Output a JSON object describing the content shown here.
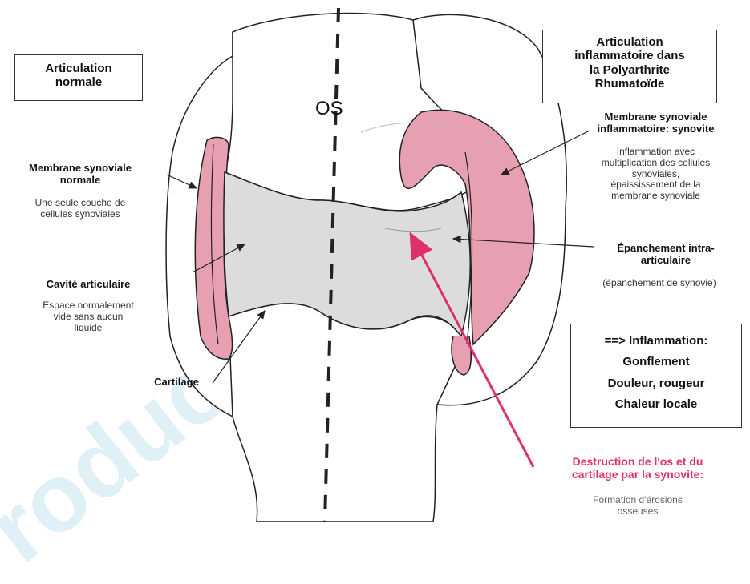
{
  "watermark": "roduced wi",
  "os_label": "OS",
  "normal_box": {
    "line1": "Articulation",
    "line2": "normale"
  },
  "left_labels": {
    "synovial_title_1": "Membrane synoviale",
    "synovial_title_2": "normale",
    "synovial_desc_1": "Une seule couche de",
    "synovial_desc_2": "cellules synoviales",
    "cavity_title": "Cavité articulaire",
    "cavity_desc_1": "Espace normalement",
    "cavity_desc_2": "vide sans aucun",
    "cavity_desc_3": "liquide",
    "cartilage": "Cartilage"
  },
  "ra_box": {
    "line1": "Articulation",
    "line2": "inflammatoire dans",
    "line3": "la Polyarthrite",
    "line4": "Rhumatoïde"
  },
  "right_labels": {
    "synovitis_title_1": "Membrane synoviale",
    "synovitis_title_2": "inflammatoire: synovite",
    "synovitis_desc_1": "Inflammation avec",
    "synovitis_desc_2": "multiplication des cellules",
    "synovitis_desc_3": "synoviales,",
    "synovitis_desc_4": "épaississement de la",
    "synovitis_desc_5": "membrane synoviale",
    "effusion_title_1": "Épanchement intra-",
    "effusion_title_2": "articulaire",
    "effusion_desc": "(épanchement de synovie)"
  },
  "inflammation_box": {
    "line1": "==> Inflammation:",
    "line2": "Gonflement",
    "line3": "Douleur, rougeur",
    "line4": "Chaleur locale"
  },
  "destruction": {
    "line1": "Destruction de l'os et du",
    "line2": "cartilage par la synovite:",
    "sub1": "Formation d'érosions",
    "sub2": "osseuses"
  },
  "colors": {
    "synovial_pink": "#e7a0b2",
    "cavity_grey": "#dcdcdc",
    "accent_pink": "#e0306a",
    "outline": "#222222"
  }
}
